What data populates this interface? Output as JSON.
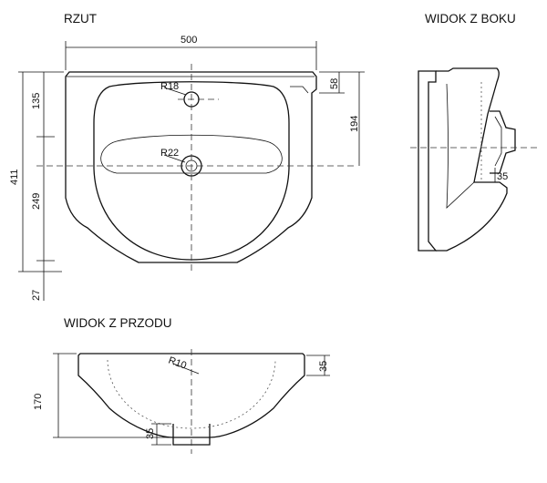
{
  "titles": {
    "plan": "RZUT",
    "side": "WIDOK Z BOKU",
    "front": "WIDOK Z PRZODU"
  },
  "dimensions": {
    "width": "500",
    "total_depth": "411",
    "depth_front": "135",
    "depth_mid": "249",
    "depth_bottom": "27",
    "rim": "58",
    "overflow_depth": "194",
    "tap_radius": "R18",
    "drain_radius": "R22",
    "side_drain": "35",
    "front_radius": "R10",
    "front_rim": "35",
    "front_height": "170",
    "front_drain": "35"
  }
}
